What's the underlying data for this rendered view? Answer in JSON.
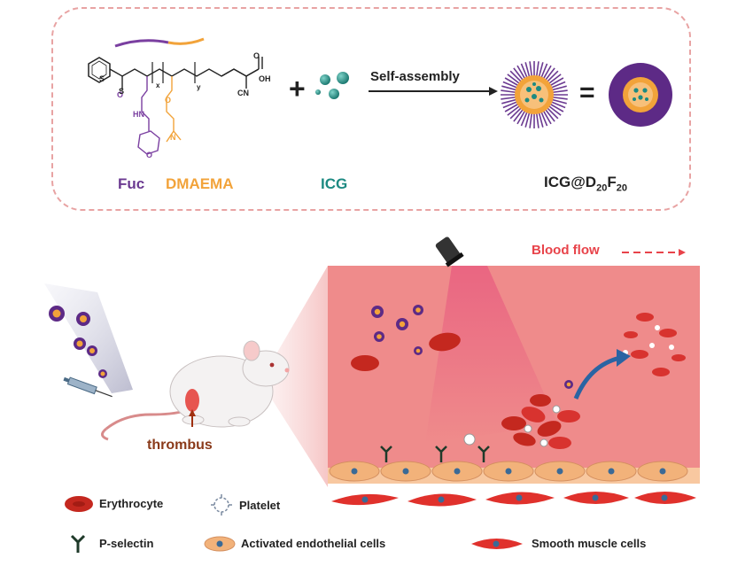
{
  "top": {
    "labels": {
      "fuc": "Fuc",
      "dmaema": "DMAEMA",
      "icg": "ICG",
      "product_main": "ICG@D",
      "product_sub1": "20",
      "product_mid": "F",
      "product_sub2": "20",
      "self_assembly": "Self-assembly",
      "plus": "+",
      "equals": "=",
      "chem_o1": "O",
      "chem_s1": "S",
      "chem_s2": "S",
      "chem_x": "x",
      "chem_y": "y",
      "chem_cn": "CN",
      "chem_oh": "OH",
      "chem_o2": "O",
      "chem_o3": "O",
      "chem_nh": "HN",
      "chem_n": "N",
      "chem_o4": "O"
    }
  },
  "bottom": {
    "blood_flow": "Blood flow",
    "thrombus": "thrombus"
  },
  "legend": {
    "erythrocyte": "Erythrocyte",
    "platelet": "Platelet",
    "p_selectin": "P-selectin",
    "endothelial": "Activated endothelial cells",
    "smooth_muscle": "Smooth muscle cells"
  },
  "colors": {
    "purple": "#6b3a91",
    "orange": "#f2a33a",
    "teal": "#1d8a82",
    "blood_red": "#d8332f",
    "vessel": "#ef8b8b",
    "dashed_border": "#e8a3a3"
  }
}
